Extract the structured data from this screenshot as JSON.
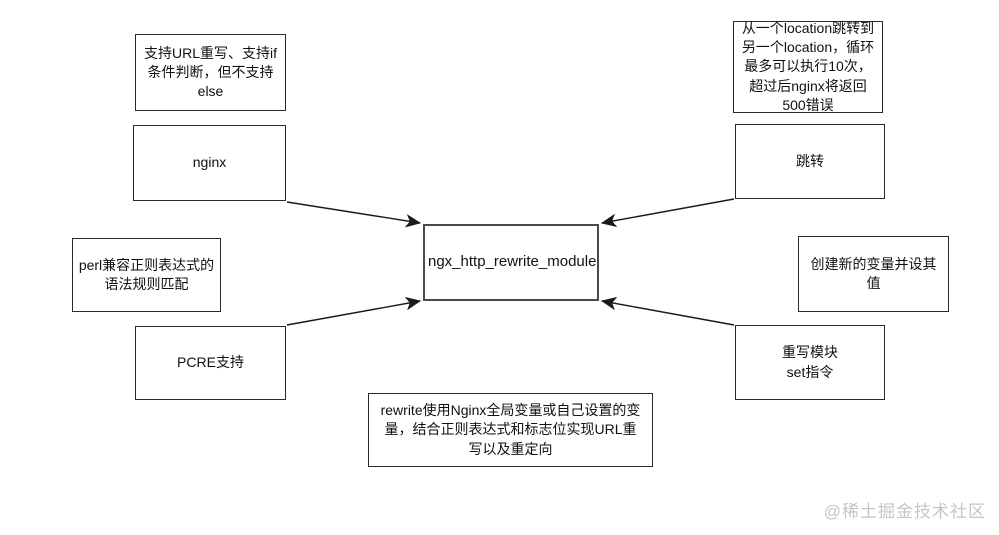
{
  "diagram": {
    "center_node": {
      "label": "ngx_http_rewrite_module"
    },
    "left": {
      "url_rewrite_note": {
        "label": "支持URL重写、支持if\n条件判断，但不支持\nelse"
      },
      "nginx": {
        "label": "nginx"
      },
      "perl_note": {
        "label": "perl兼容正则表达式的\n语法规则匹配"
      },
      "pcre": {
        "label": "PCRE支持"
      }
    },
    "right": {
      "location_note": {
        "label": "从一个location跳转到\n另一个location，循环\n最多可以执行10次，\n超过后nginx将返回\n500错误"
      },
      "jump": {
        "label": "跳转"
      },
      "set_var_note": {
        "label": "创建新的变量并设其\n值"
      },
      "set_directive": {
        "label": "重写模块\nset指令"
      }
    },
    "bottom": {
      "rewrite_note": {
        "label": "rewrite使用Nginx全局变量或自己设置的变\n量，结合正则表达式和标志位实现URL重\n写以及重定向"
      }
    }
  },
  "watermark": "@稀土掘金技术社区",
  "colors": {
    "line": "#1a1a1a",
    "box_border": "#2b2b2b",
    "center_border": "#4a4a4a",
    "text": "#111111",
    "watermark": "#c6c6c6",
    "bg": "#ffffff"
  }
}
